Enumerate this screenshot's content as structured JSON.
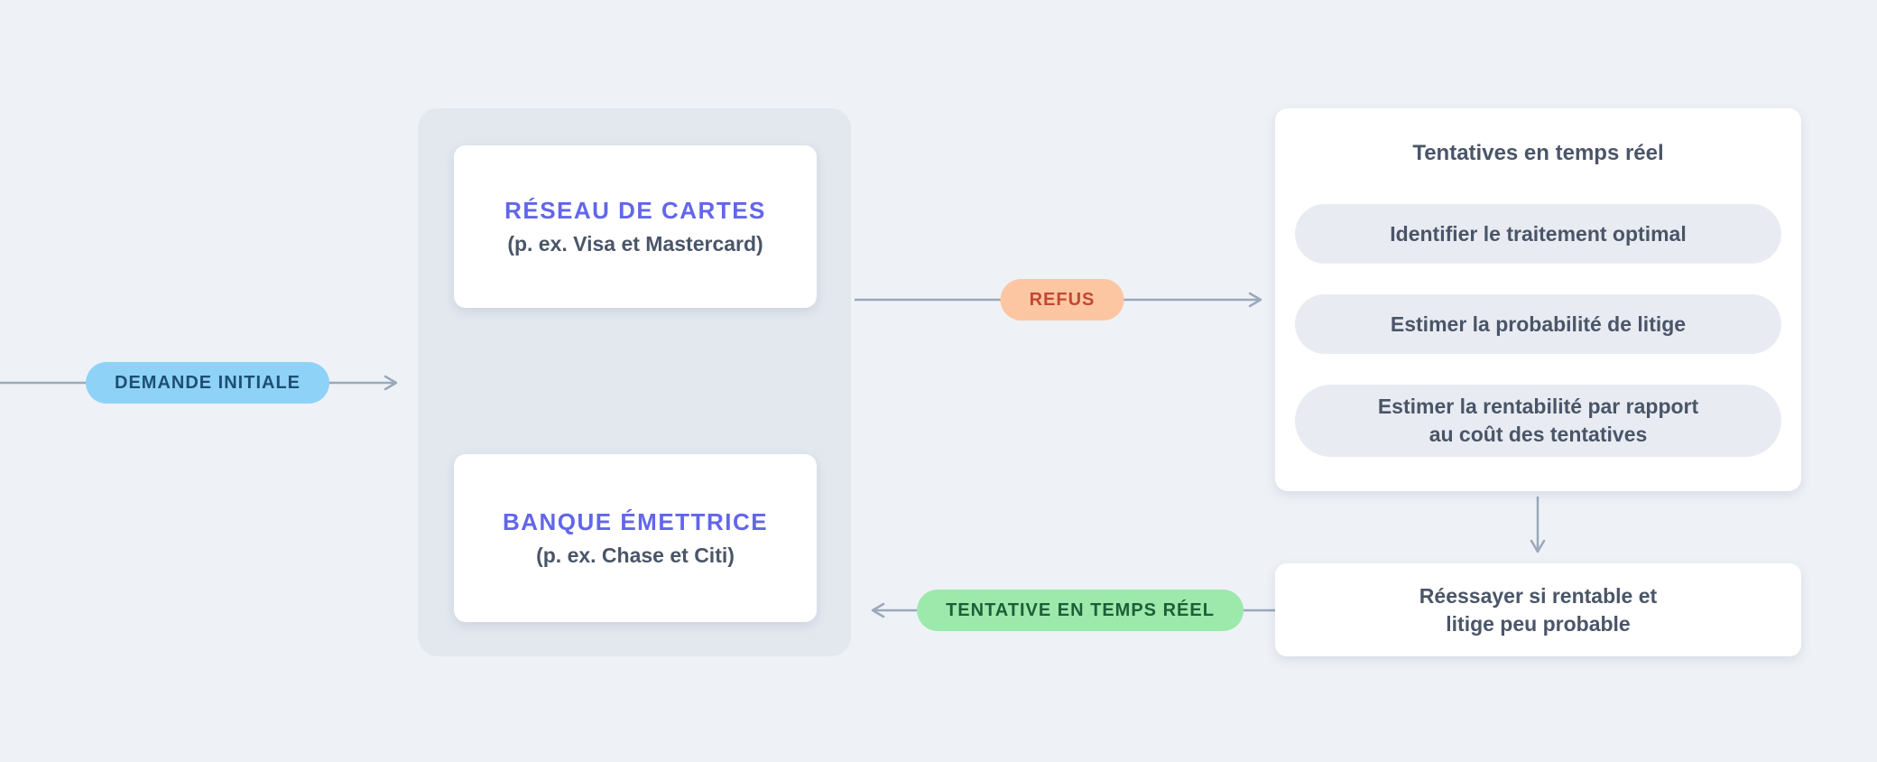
{
  "page": {
    "background": "#eef2f7"
  },
  "badges": {
    "initial_request": {
      "label": "DEMANDE INITIALE",
      "bg": "#8fd2f8",
      "text_color": "#1d4f73"
    },
    "decline": {
      "label": "REFUS",
      "bg": "#fcc6a2",
      "text_color": "#c44733"
    },
    "realtime_retry": {
      "label": "TENTATIVE EN TEMPS RÉEL",
      "bg": "#9ce9ab",
      "text_color": "#1c5f37"
    }
  },
  "network_group": {
    "card_network": {
      "title": "RÉSEAU DE CARTES",
      "subtitle": "(p. ex. Visa et Mastercard)"
    },
    "issuing_bank": {
      "title": "BANQUE ÉMETTRICE",
      "subtitle": "(p. ex. Chase et Citi)"
    }
  },
  "realtime_panel": {
    "title": "Tentatives en temps réel",
    "items": [
      "Identifier le traitement optimal",
      "Estimer la probabilité de litige",
      "Estimer la rentabilité par rapport\nau coût des tentatives"
    ]
  },
  "retry_decision": {
    "label": "Réessayer si rentable et\nlitige peu probable"
  },
  "colors": {
    "accent_purple": "#6266e9",
    "text_dark": "#4a5568",
    "arrow_gray": "#9aa8ba",
    "group_bg": "#e3e8ef",
    "panel_pill_bg": "#e8ecf2",
    "card_bg": "#ffffff"
  }
}
